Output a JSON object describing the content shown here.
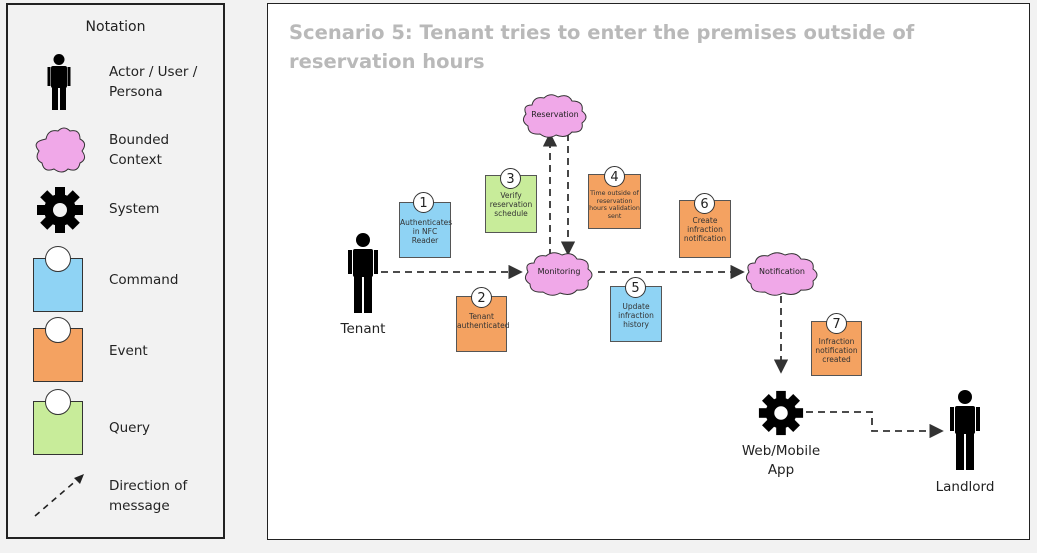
{
  "legend": {
    "title": "Notation",
    "items": [
      {
        "icon": "actor-icon",
        "label": "Actor / User / Persona"
      },
      {
        "icon": "bounded-context-cloud-icon",
        "label": "Bounded Context"
      },
      {
        "icon": "gear-icon",
        "label": "System"
      },
      {
        "icon": "command-note-icon",
        "label": "Command"
      },
      {
        "icon": "event-note-icon",
        "label": "Event"
      },
      {
        "icon": "query-note-icon",
        "label": "Query"
      },
      {
        "icon": "dashed-arrow-icon",
        "label": "Direction of message"
      }
    ]
  },
  "diagram": {
    "title": "Scenario 5: Tenant tries to enter the premises outside of reservation hours",
    "bounded_contexts": {
      "reservation": "Reservation",
      "monitoring": "Monitoring",
      "notification": "Notification"
    },
    "actors": {
      "tenant": "Tenant",
      "landlord": "Landlord"
    },
    "systems": {
      "app": "Web/Mobile App"
    },
    "notes": [
      {
        "number": "1",
        "kind": "command",
        "text": "Authenticates in NFC Reader"
      },
      {
        "number": "2",
        "kind": "event",
        "text": "Tenant authenticated"
      },
      {
        "number": "3",
        "kind": "query",
        "text": "Verify reservation schedule"
      },
      {
        "number": "4",
        "kind": "event",
        "text": "Time outside of reservation hours validation sent"
      },
      {
        "number": "5",
        "kind": "command",
        "text": "Update infraction history"
      },
      {
        "number": "6",
        "kind": "event",
        "text": "Create infraction notification"
      },
      {
        "number": "7",
        "kind": "event",
        "text": "Infraction notification created"
      }
    ]
  },
  "colors": {
    "command": "#8fd3f4",
    "event": "#f4a261",
    "query": "#c8ec9a",
    "bounded_context": "#f0a8e8"
  }
}
